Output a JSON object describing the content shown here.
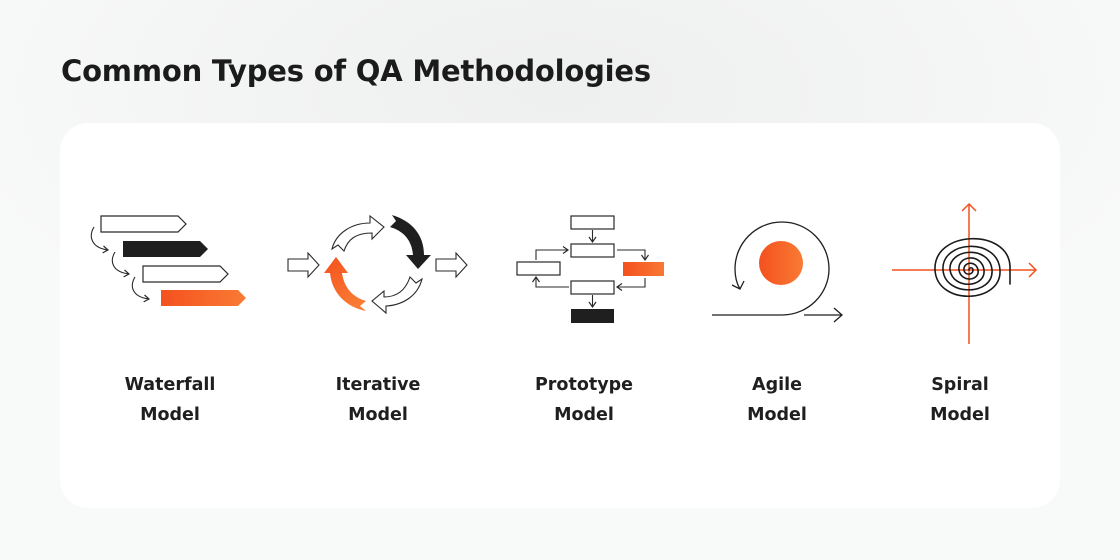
{
  "page": {
    "title": "Common Types of QA Methodologies"
  },
  "colors": {
    "accent_start": "#F4511E",
    "accent_end": "#F97B34",
    "dark": "#1f1f1f",
    "outline": "#2a2a2a",
    "card_bg": "#FFFFFF",
    "page_bg": "#F3F4F4"
  },
  "models": [
    {
      "id": "waterfall",
      "icon": "waterfall-steps-icon",
      "label_line1": "Waterfall",
      "label_line2": "Model"
    },
    {
      "id": "iterative",
      "icon": "iterative-cycle-icon",
      "label_line1": "Iterative",
      "label_line2": "Model"
    },
    {
      "id": "prototype",
      "icon": "prototype-flowchart-icon",
      "label_line1": "Prototype",
      "label_line2": "Model"
    },
    {
      "id": "agile",
      "icon": "agile-loop-icon",
      "label_line1": "Agile",
      "label_line2": "Model"
    },
    {
      "id": "spiral",
      "icon": "spiral-icon",
      "label_line1": "Spiral",
      "label_line2": "Model"
    }
  ]
}
